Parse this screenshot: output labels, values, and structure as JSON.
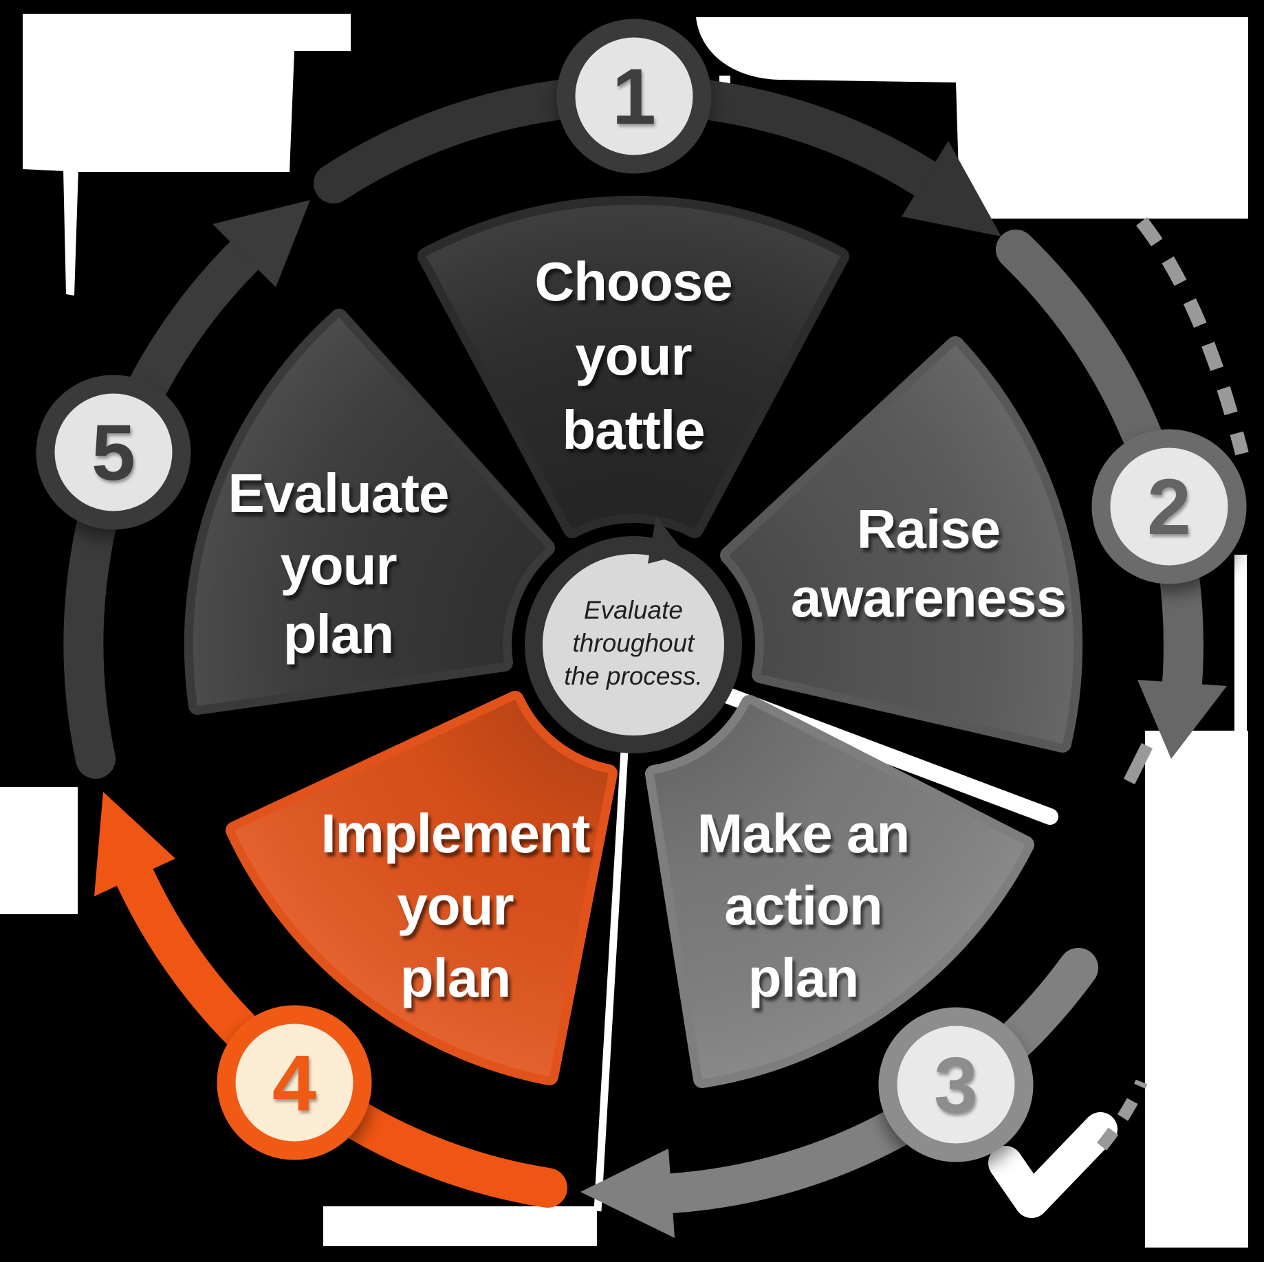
{
  "background_color": "#000000",
  "artifacts": {
    "white_color": "#ffffff",
    "dash_color": "#999999"
  },
  "center": {
    "lines": [
      "Evaluate",
      "throughout",
      "the process."
    ],
    "fill_color": "#d9d9d9",
    "ring_color": "#343434",
    "text_color": "#1f1f1f"
  },
  "steps": [
    {
      "number": "1",
      "label_lines": [
        "Choose",
        "your",
        "battle"
      ],
      "wedge_color": "#2c2c2d",
      "arc_color": "#343435",
      "badge_fill": "#e4e4e4",
      "badge_ring": "#3a3a3a",
      "number_color": "#3f3f3f",
      "label_color": "#ffffff"
    },
    {
      "number": "2",
      "label_lines": [
        "Raise",
        "awareness"
      ],
      "wedge_color": "#585858",
      "arc_color": "#676767",
      "badge_fill": "#e7e7e7",
      "badge_ring": "#6b6b6b",
      "number_color": "#646464",
      "label_color": "#ffffff"
    },
    {
      "number": "3",
      "label_lines": [
        "Make an",
        "action",
        "plan"
      ],
      "wedge_color": "#7e7e7e",
      "arc_color": "#808080",
      "badge_fill": "#e9e9e9",
      "badge_ring": "#8d8d8d",
      "number_color": "#8d8d8d",
      "label_color": "#ffffff"
    },
    {
      "number": "4",
      "label_lines": [
        "Implement",
        "your",
        "plan"
      ],
      "wedge_color": "#e2531b",
      "arc_color": "#f05613",
      "badge_fill": "#fbecd3",
      "badge_ring": "#f05a14",
      "number_color": "#ef5a14",
      "label_color": "#ffffff"
    },
    {
      "number": "5",
      "label_lines": [
        "Evaluate",
        "your",
        "plan"
      ],
      "wedge_color": "#3a3a3b",
      "arc_color": "#3b3b3c",
      "badge_fill": "#e4e4e4",
      "badge_ring": "#3a3a3a",
      "number_color": "#3f3f3f",
      "label_color": "#ffffff"
    }
  ]
}
